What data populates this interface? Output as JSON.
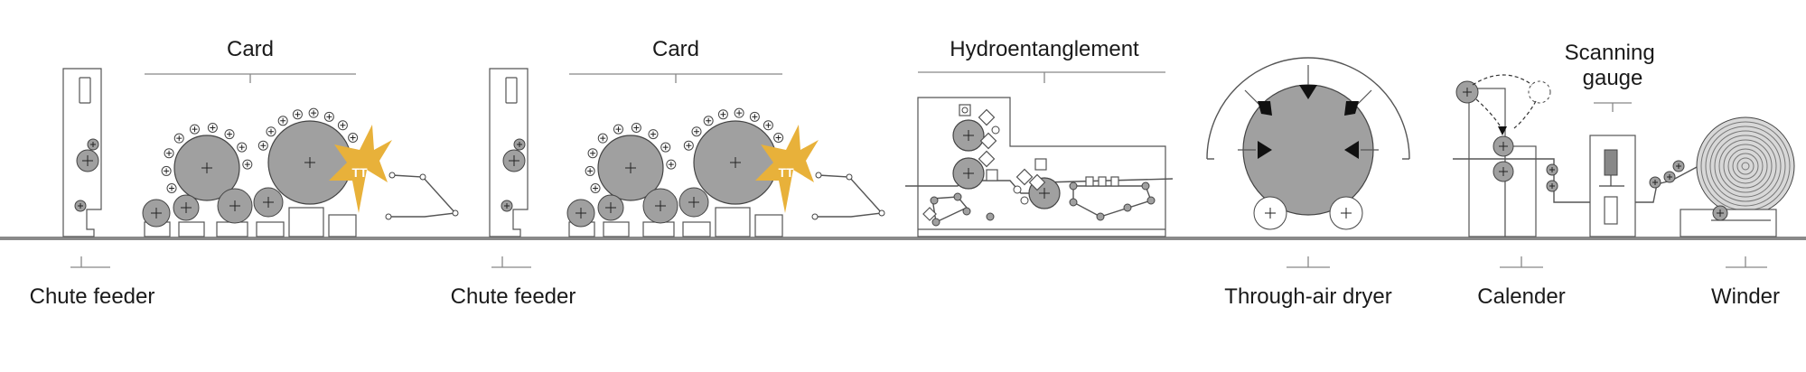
{
  "labels": {
    "card_1": "Card",
    "card_2": "Card",
    "hydroentanglement": "Hydroentanglement",
    "scanning_gauge": [
      "Scanning",
      "gauge"
    ],
    "chute_feeder_1": "Chute feeder",
    "chute_feeder_2": "Chute feeder",
    "through_air_dryer": "Through-air dryer",
    "calender": "Calender",
    "winder": "Winder"
  },
  "badges": {
    "card_1": "TT",
    "card_2": "TT"
  },
  "colors": {
    "roll_fill": "#a0a0a0",
    "star_accent": "#e8b13a",
    "line": "#555555",
    "floor": "#888888",
    "text": "#1a1a1a"
  }
}
